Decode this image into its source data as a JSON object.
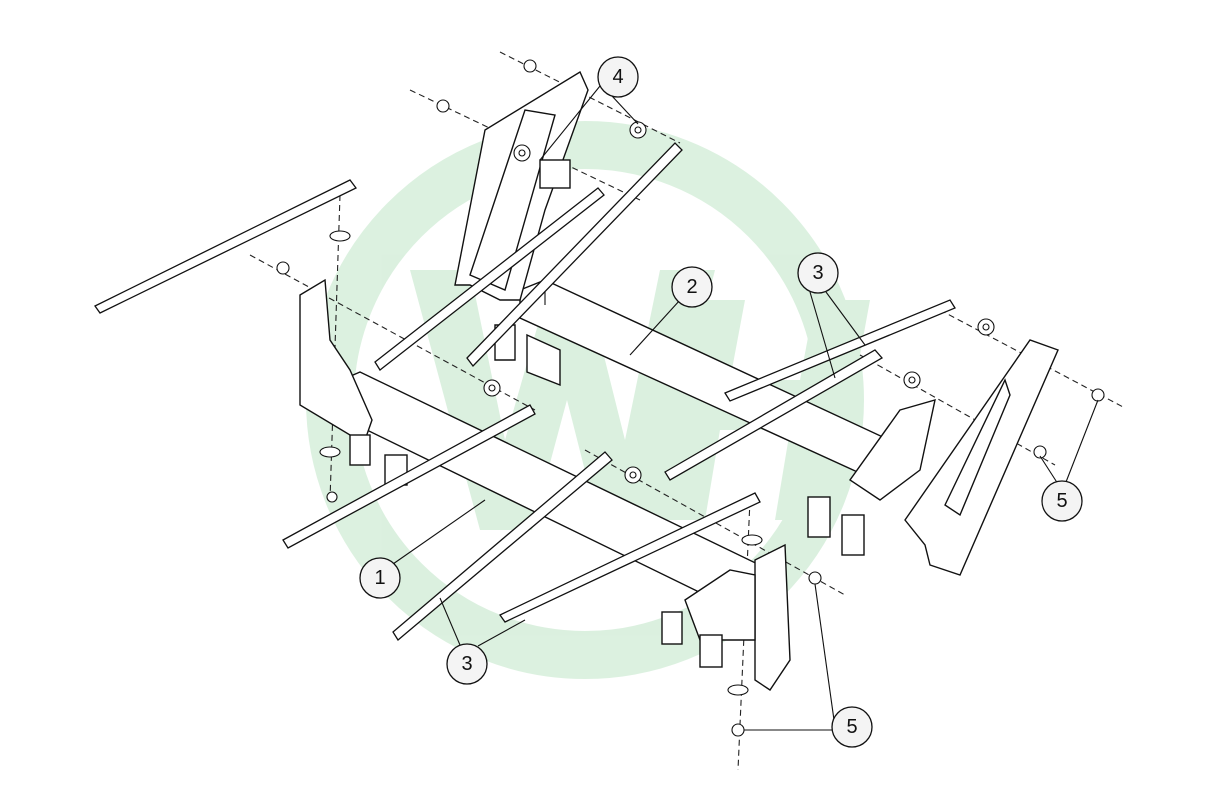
{
  "diagram": {
    "type": "exploded-parts-assembly",
    "watermark": {
      "text": "WH",
      "color": "#3cb054"
    },
    "callouts": [
      {
        "id": "callout-4",
        "label": "4"
      },
      {
        "id": "callout-2",
        "label": "2"
      },
      {
        "id": "callout-3-right",
        "label": "3"
      },
      {
        "id": "callout-5-right",
        "label": "5"
      },
      {
        "id": "callout-1",
        "label": "1"
      },
      {
        "id": "callout-3-bottom",
        "label": "3"
      },
      {
        "id": "callout-5-bottom",
        "label": "5"
      }
    ]
  }
}
